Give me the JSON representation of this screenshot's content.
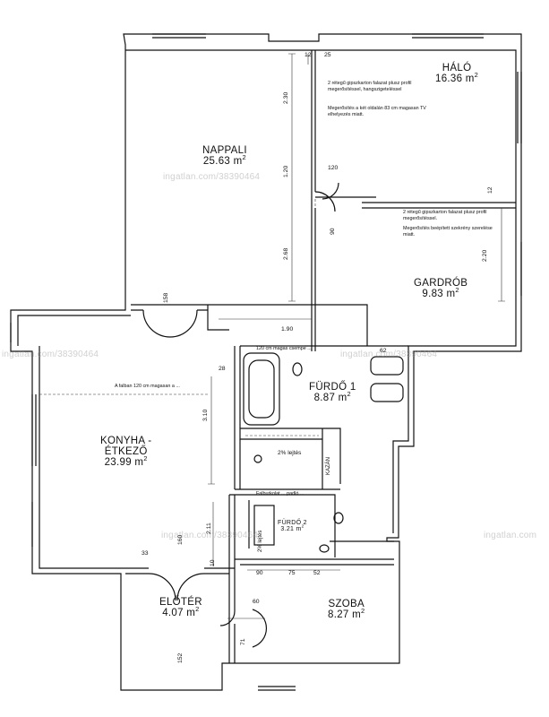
{
  "rooms": {
    "nappali": {
      "name": "NAPPALI",
      "area": "25.63 m",
      "sup": "2"
    },
    "halo": {
      "name": "HÁLÓ",
      "area": "16.36 m",
      "sup": "2"
    },
    "gardrob": {
      "name": "GARDRÓB",
      "area": "9.83 m",
      "sup": "2"
    },
    "furdo1": {
      "name": "FÜRDŐ 1",
      "area": "8.87 m",
      "sup": "2"
    },
    "konyha": {
      "name_line1": "KONYHA -",
      "name_line2": "ÉTKEZŐ",
      "area": "23.99 m",
      "sup": "2"
    },
    "furdo2": {
      "name": "FÜRDŐ 2",
      "area": "3.21 m",
      "sup": "2"
    },
    "eloter": {
      "name": "ELŐTÉR",
      "area": "4.07 m",
      "sup": "2"
    },
    "szoba": {
      "name": "SZOBA",
      "area": "8.27 m",
      "sup": "2"
    }
  },
  "notes": {
    "halo_wall_1": "2 rétegű gipszkarton falazat plusz profil megerősítéssel, hangszigeteléssel",
    "halo_wall_2": "Megerősítés a két oldalán 83 cm magasan TV elhelyezés miatt.",
    "gardrob_wall_1": "2 rétegű gipszkarton falazat plusz profil megerősítéssel.",
    "gardrob_wall_2": "Megerősítés beépített szekrény szerelése miatt.",
    "konyha_wall": "A falban 120 cm magasan a ...",
    "furdo1_top": "120 cm magas csempe ...",
    "furdo1_lejtes": "2% lejtés",
    "kazan": "KAZÁN",
    "furdo2_top": "Falburkolat ... padló ... ",
    "furdo2_lejtes": "2% lejtés"
  },
  "dimensions": {
    "d_12": "12",
    "d_25": "25",
    "d_230": "2.30",
    "d_120v": "1.20",
    "d_120h": "120",
    "d_90": "90",
    "d_268": "2.68",
    "d_158": "158",
    "d_190": "1.90",
    "d_220": "2.20",
    "d_28": "28",
    "d_62": "62",
    "d_310": "3.10",
    "d_211": "2.11",
    "d_160": "160",
    "d_33": "33",
    "d_10": "10",
    "d_90b": "90",
    "d_75": "75",
    "d_52": "52",
    "d_60": "60",
    "d_71": "71",
    "d_152": "152",
    "d_12r": "12"
  },
  "watermarks": {
    "w1": "ingatlan.com/38390464",
    "w2": "ingatlan.com/38390464",
    "w3": "ingatlan.com/38390464",
    "w4": "ingatlan.com/38390464",
    "w5": "ingatlan.com"
  }
}
